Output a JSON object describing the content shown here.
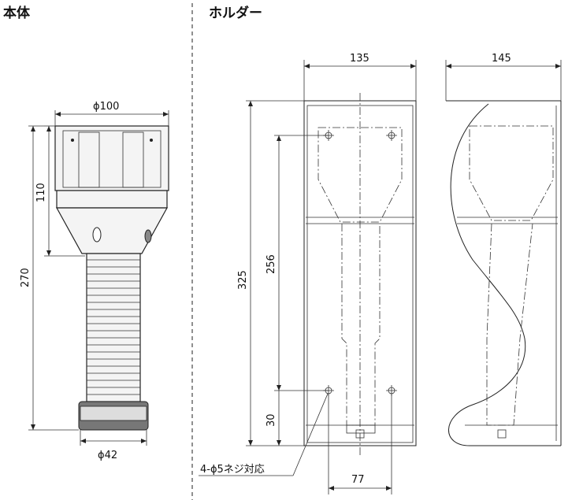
{
  "titles": {
    "main_body": "本体",
    "holder": "ホルダー"
  },
  "dimensions": {
    "body_width": "ϕ100",
    "body_height_top": "110",
    "body_total_height": "270",
    "body_base": "ϕ42",
    "holder_width": "135",
    "holder_depth": "145",
    "holder_height": "325",
    "hole_spacing_vertical": "256",
    "bottom_offset": "30",
    "hole_spacing_horizontal": "77"
  },
  "notes": {
    "holes": "4-ϕ5ネジ対応"
  }
}
